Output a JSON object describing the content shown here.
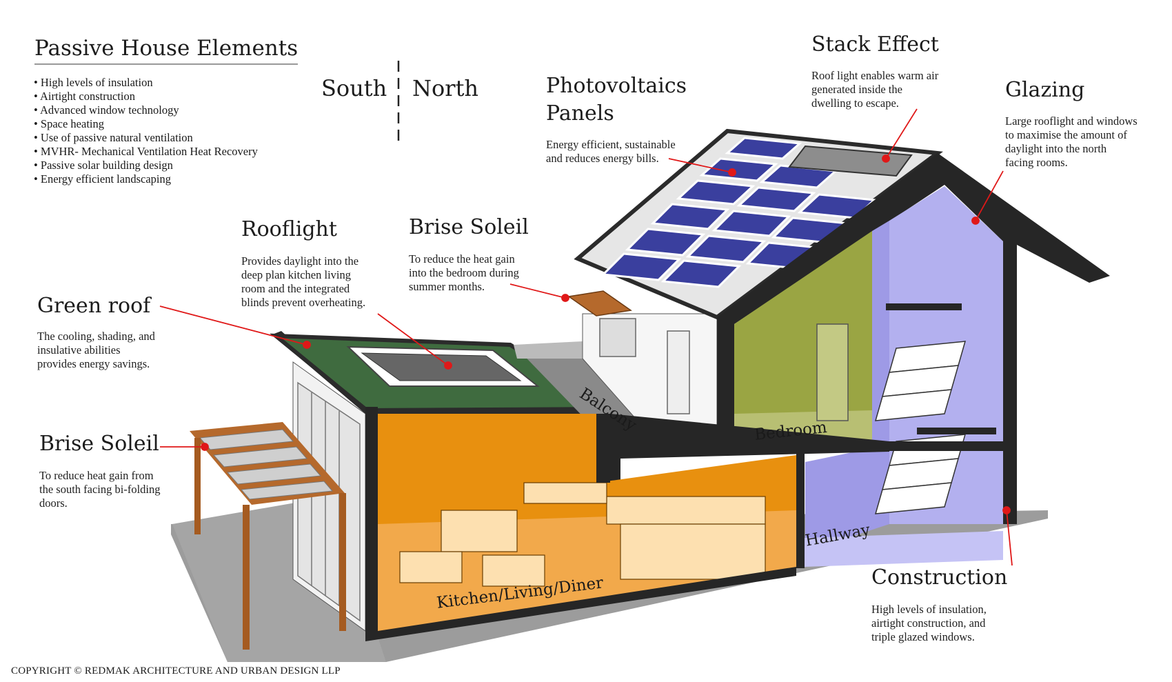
{
  "heading": {
    "title": "Passive House Elements",
    "items": [
      "High levels of insulation",
      "Airtight construction",
      "Advanced window technology",
      "Space heating",
      "Use of passive natural ventilation",
      "MVHR- Mechanical  Ventilation Heat Recovery",
      "Passive solar building design",
      "Energy efficient landscaping"
    ]
  },
  "orientation": {
    "south": "South",
    "north": "North"
  },
  "callouts": {
    "green_roof": {
      "title": "Green roof",
      "lines": [
        "The cooling, shading, and",
        "insulative abilities",
        "provides energy savings."
      ]
    },
    "rooflight": {
      "title": "Rooflight",
      "lines": [
        "Provides daylight into the",
        "deep plan kitchen living",
        "room and the integrated",
        "blinds prevent overheating."
      ]
    },
    "brise_soleil_bedroom": {
      "title": "Brise Soleil",
      "lines": [
        "To reduce the heat gain",
        "into the bedroom during",
        "summer months."
      ]
    },
    "photovoltaics": {
      "title_line1": "Photovoltaics",
      "title_line2": "Panels",
      "lines": [
        "Energy efficient, sustainable",
        "and reduces energy bills."
      ]
    },
    "stack_effect": {
      "title": "Stack Effect",
      "lines": [
        "Roof light enables warm air",
        "generated inside the",
        "dwelling to escape."
      ]
    },
    "glazing": {
      "title": "Glazing",
      "lines": [
        "Large rooflight and windows",
        "to maximise the amount of",
        "daylight into the north",
        "facing rooms."
      ]
    },
    "brise_soleil_south": {
      "title": "Brise Soleil",
      "lines": [
        "To reduce heat gain from",
        "the south facing bi-folding",
        "doors."
      ]
    },
    "construction": {
      "title": "Construction",
      "lines": [
        "High levels of insulation,",
        "airtight construction, and",
        "triple glazed windows."
      ]
    }
  },
  "rooms": {
    "kitchen": "Kitchen/Living/Diner",
    "bedroom": "Bedroom",
    "hallway": "Hallway",
    "balcony": "Balcony"
  },
  "colors": {
    "wall": "#262626",
    "kitchen": "#e8900f",
    "bedroom": "#9aa543",
    "hallway": "#b3b0ef",
    "green_roof": "#3f6b3f",
    "pv_panel": "#3a3f9e",
    "leader": "#e01818",
    "timber": "#b5692c"
  },
  "copyright": "COPYRIGHT © REDMAK ARCHITECTURE AND URBAN DESIGN LLP"
}
